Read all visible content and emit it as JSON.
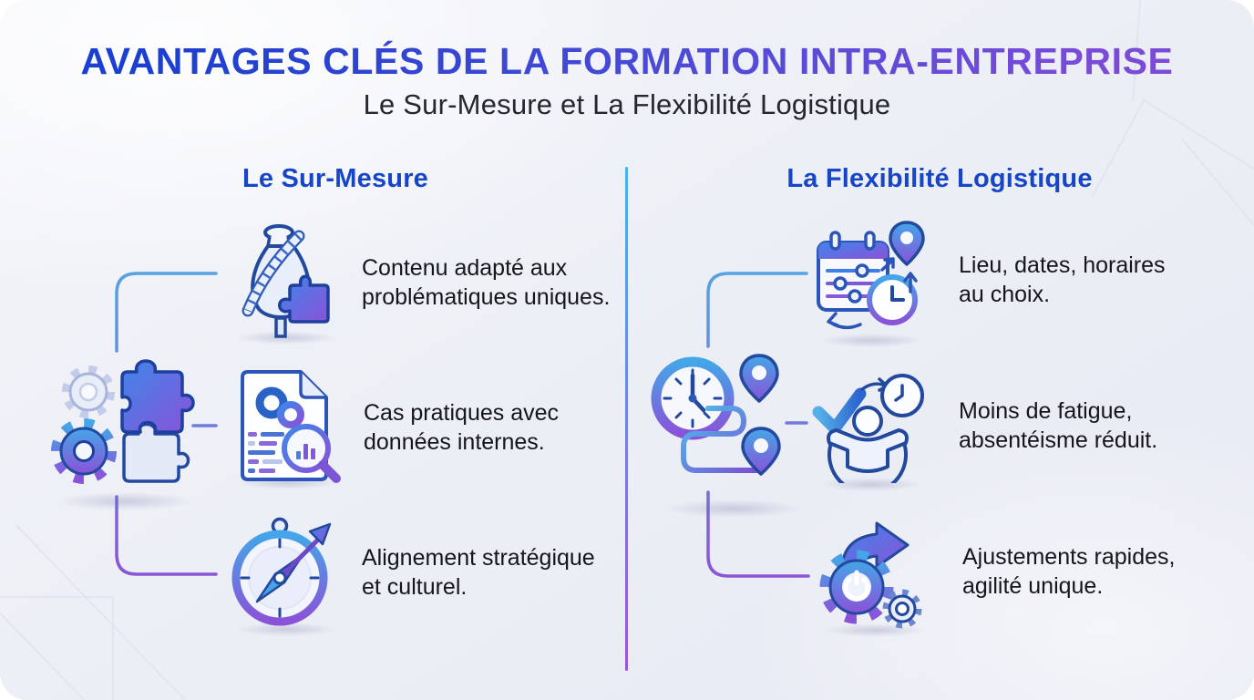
{
  "header": {
    "title": "AVANTAGES CLÉS DE LA FORMATION INTRA-ENTREPRISE",
    "subtitle": "Le Sur-Mesure et La Flexibilité Logistique"
  },
  "columns": {
    "left": {
      "heading": "Le Sur-Mesure",
      "illustration": "gears-puzzle-illustration",
      "items": [
        {
          "icon": "mannequin-tape-puzzle-icon",
          "text": "Contenu adapté aux\nproblématiques uniques."
        },
        {
          "icon": "document-analysis-icon",
          "text": "Cas pratiques avec\ndonnées internes."
        },
        {
          "icon": "compass-dart-icon",
          "text": "Alignement stratégique\net culturel."
        }
      ]
    },
    "right": {
      "heading": "La Flexibilité Logistique",
      "illustration": "clock-route-pins-illustration",
      "items": [
        {
          "icon": "calendar-pin-clock-icon",
          "text": "Lieu, dates, horaires\nau choix."
        },
        {
          "icon": "person-check-clock-icon",
          "text": "Moins de fatigue,\nabsentéisme réduit."
        },
        {
          "icon": "gears-arrow-icon",
          "text": "Ajustements rapides,\nagilité unique."
        }
      ]
    }
  },
  "colors": {
    "title_gradient_start": "#1b3fd0",
    "title_gradient_end": "#7b4bd8",
    "heading_blue": "#1645c8",
    "subtitle_text": "#26262e",
    "body_text": "#15151a",
    "divider_top": "#49b2e9",
    "divider_bottom": "#9a55d8",
    "background": "#eef0f7"
  }
}
